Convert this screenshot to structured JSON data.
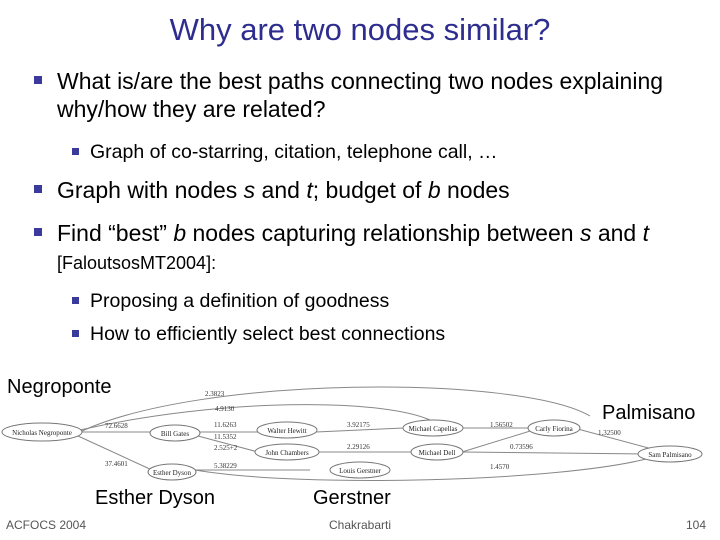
{
  "title": "Why are two nodes similar?",
  "bullets": {
    "b1": "What is/are the best paths connecting two nodes explaining why/how they are related?",
    "b1_sub": "Graph of co-starring, citation, telephone call, …",
    "b2": {
      "p1": "Graph with nodes ",
      "s": "s",
      "p2": " and ",
      "t": "t",
      "p3": "; budget of ",
      "b": "b",
      "p4": " nodes"
    },
    "b3": {
      "p1": "Find “best” ",
      "b": "b",
      "p2": " nodes capturing relationship between ",
      "s": "s",
      "p3": " and ",
      "t": "t",
      "p4": " ",
      "cite": "[FaloutsosMT2004]:"
    },
    "b3_subs": [
      "Proposing a definition of goodness",
      "How to efficiently select best connections"
    ]
  },
  "graph": {
    "labels": {
      "negroponte": "Negroponte",
      "palmisano": "Palmisano",
      "dyson": "Esther Dyson",
      "gerstner": "Gerstner"
    },
    "nodes": {
      "n1": "Nicholas Negroponte",
      "n2": "Bill Gates",
      "n3": "Esther Dyson",
      "n4": "Walter Hewitt",
      "n5": "John Chambers",
      "n6": "Louis Gerstner",
      "n7": "Michael Capellas",
      "n8": "Michael Dell",
      "n9": "Carly Fiorina",
      "n10": "Sam Palmisano"
    },
    "weights": {
      "w1": "2.3823",
      "w2": "4.9130",
      "w3": "72.6628",
      "w4": "11.6263",
      "w5": "11.5352",
      "w6": "2.525+2",
      "w7": "37.4601",
      "w8": "5.38229",
      "w9": "3.92175",
      "w10": "2.29126",
      "w11": "1.56502",
      "w12": "1.32500",
      "w13": "0.73596",
      "w14": "1.4570"
    }
  },
  "footer": {
    "left": "ACFOCS 2004",
    "center": "Chakrabarti",
    "right": "104"
  },
  "colors": {
    "title": "#2d2d8f",
    "bullet": "#3a3a9a"
  }
}
